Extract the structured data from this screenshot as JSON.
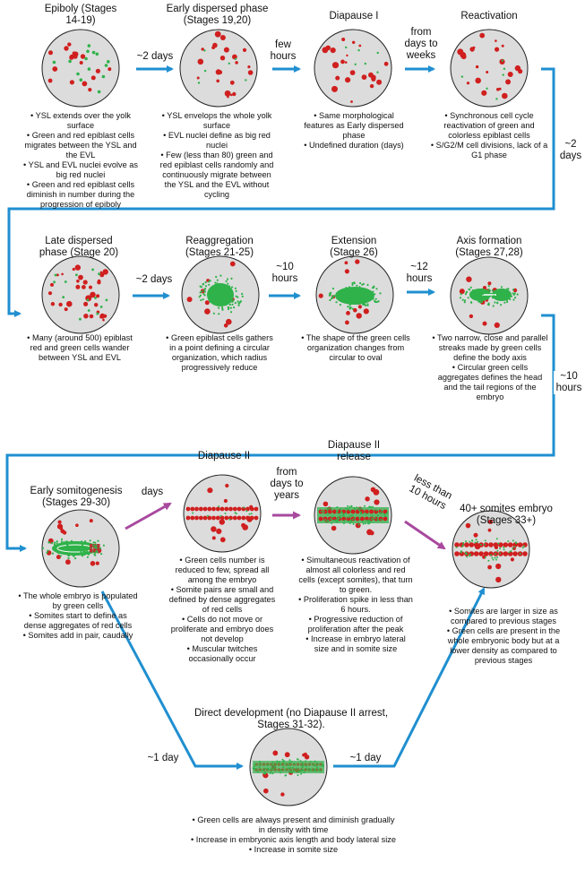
{
  "colors": {
    "flow_arrow": "#1f8fd0",
    "diapause_arrow": "#a8499e",
    "embryo_fill": "#dcdcdc",
    "red_cell": "#d01f1f",
    "green_cell": "#2fb24a"
  },
  "stages": [
    {
      "id": "epiboly",
      "title": "Epiboly (Stages\n14-19)",
      "bullets": [
        "YSL extends over the yolk surface",
        "Green and red epiblast cells migrates between the YSL and the EVL",
        "YSL and EVL nuclei evolve as big red nuclei",
        "Green and red epiblast cells diminish in number during the progression of epiboly"
      ]
    },
    {
      "id": "early-dispersed",
      "title": "Early dispersed phase\n(Stages 19,20)",
      "bullets": [
        "YSL envelops the whole yolk surface",
        "EVL nuclei define as big red nuclei",
        "Few (less than 80) green and red epiblast cells randomly and continuously migrate between the YSL and the EVL without cycling"
      ]
    },
    {
      "id": "diapause-1",
      "title": "Diapause I",
      "bullets": [
        "Same morphological features as Early dispersed phase",
        "Undefined duration (days)"
      ]
    },
    {
      "id": "reactivation",
      "title": "Reactivation",
      "bullets": [
        "Synchronous cell cycle reactivation of green and colorless epiblast cells",
        "S/G2/M cell divisions, lack of a G1 phase"
      ]
    },
    {
      "id": "late-dispersed",
      "title": "Late dispersed\nphase (Stage 20)",
      "bullets": [
        "Many (around 500) epiblast red and green cells wander between YSL and EVL"
      ]
    },
    {
      "id": "reaggregation",
      "title": "Reaggregation\n(Stages 21-25)",
      "bullets": [
        "Green epiblast cells gathers in a point defining a circular organization, which radius progressively reduce"
      ]
    },
    {
      "id": "extension",
      "title": "Extension\n(Stage 26)",
      "bullets": [
        "The shape of the green cells organization changes from circular to oval"
      ]
    },
    {
      "id": "axis-formation",
      "title": "Axis formation\n(Stages 27,28)",
      "bullets": [
        "Two narrow, close and parallel streaks made by green cells define the body axis",
        "Circular green cells aggregates defines the head and the tail regions of the embryo"
      ]
    },
    {
      "id": "early-somitogenesis",
      "title": "Early somitogenesis\n(Stages 29-30)",
      "bullets": [
        "The whole embryo is populated by green cells",
        "Somites start to define as dense aggregates of red cells",
        "Somites add in pair, caudally"
      ]
    },
    {
      "id": "diapause-2",
      "title": "Diapause II",
      "bullets": [
        "Green cells number is reduced to few, spread all among the embryo",
        "Somite pairs are small and defined by dense aggregates of red cells",
        "Cells do not move or proliferate and embryo does not develop",
        "Muscular twitches occasionally occur"
      ]
    },
    {
      "id": "diapause-2-release",
      "title": "Diapause II\nrelease",
      "bullets": [
        "Simultaneous reactivation of almost all colorless and red cells (except somites), that turn to green.",
        "Proliferation spike in less than 6 hours.",
        "Progressive reduction of proliferation after the peak",
        "Increase in embryo lateral size and in somite size"
      ]
    },
    {
      "id": "40-somites",
      "title": "40+ somites embryo\n(Stages 33+)",
      "bullets": [
        "Somites are larger in size as compared to previous stages",
        "Green cells are present in the whole embryonic body but at a lower density as compared to previous stages"
      ]
    },
    {
      "id": "direct-development",
      "title": "Direct development (no Diapause II arrest,\nStages 31-32).",
      "bullets": [
        "Green cells are always present and diminish gradually in density with time",
        "Increase in embryonic axis length and body lateral size",
        "Increase in somite size"
      ]
    }
  ],
  "transitions": {
    "epiboly_to_early": "~2 days",
    "early_to_diapause1": "few\nhours",
    "diapause1_to_reactivation": "from\ndays to\nweeks",
    "reactivation_to_late": "~2\ndays",
    "late_to_reaggregation": "~2 days",
    "reaggregation_to_extension": "~10\nhours",
    "extension_to_axis": "~12\nhours",
    "axis_to_somitogenesis": "~10\nhours",
    "somitogenesis_to_diapause2": "days",
    "diapause2_to_release": "from\ndays to\nyears",
    "release_to_40somites": "less than\n10 hours",
    "somitogenesis_to_direct": "~1 day",
    "direct_to_40somites": "~1 day"
  }
}
